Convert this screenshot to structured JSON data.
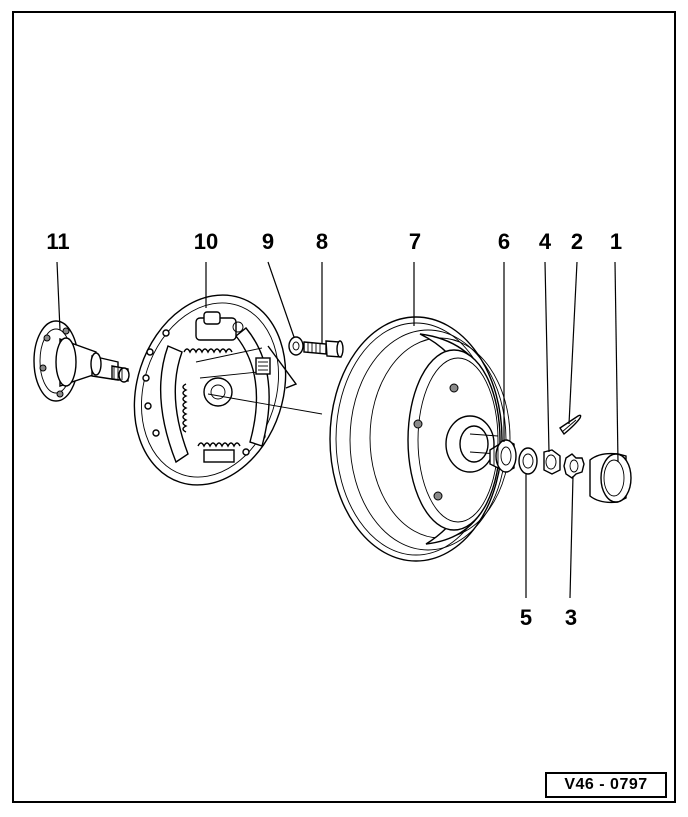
{
  "figure": {
    "reference_code": "V46 - 0797"
  },
  "callouts": [
    {
      "id": "c11",
      "label": "11"
    },
    {
      "id": "c10",
      "label": "10"
    },
    {
      "id": "c9",
      "label": "9"
    },
    {
      "id": "c8",
      "label": "8"
    },
    {
      "id": "c7",
      "label": "7"
    },
    {
      "id": "c6",
      "label": "6"
    },
    {
      "id": "c4",
      "label": "4"
    },
    {
      "id": "c2",
      "label": "2"
    },
    {
      "id": "c1",
      "label": "1"
    },
    {
      "id": "c5",
      "label": "5"
    },
    {
      "id": "c3",
      "label": "3"
    }
  ]
}
